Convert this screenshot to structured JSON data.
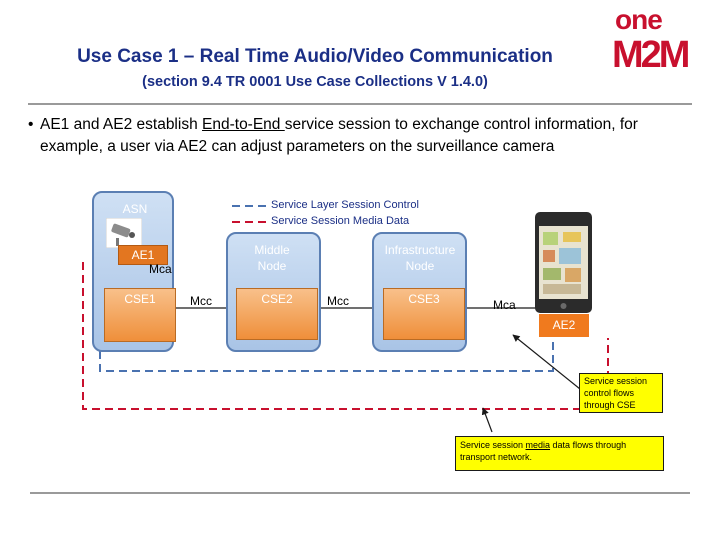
{
  "header": {
    "title": "Use Case 1 – Real Time Audio/Video Communication",
    "subtitle": "(section 9.4 TR 0001 Use Case Collections V 1.4.0)",
    "logo_top": "one",
    "logo_bottom": "M2M"
  },
  "bullet": {
    "glyph": "•",
    "before": "AE1 and AE2 establish ",
    "underlined": "End-to-End ",
    "after": "service session to exchange control information, for example, a user via AE2 can adjust parameters on the surveillance camera"
  },
  "diagram": {
    "asn_label": "ASN",
    "legend": {
      "control": "Service Layer Session Control",
      "media": "Service Session Media Data"
    },
    "ae1": "AE1",
    "mca_left": "Mca",
    "cse1": "CSE1",
    "mcc_left": "Mcc",
    "middle_node": "Middle Node",
    "cse2": "CSE2",
    "mcc_right": "Mcc",
    "infra_node": "Infrastructure Node",
    "cse3": "CSE3",
    "mca_right": "Mca",
    "ae2": "AE2",
    "note_control": "Service session control flows through CSE",
    "note_media_before": "Service session ",
    "note_media_underlined": "media",
    "note_media_after": " data flows through transport network.",
    "colors": {
      "control_line": "#4a72b0",
      "media_line": "#c8102e",
      "node_border": "#5b7fb3",
      "cse_fill": "#f3a25b",
      "ae_fill": "#e37620",
      "note_fill": "#ffff00"
    }
  }
}
